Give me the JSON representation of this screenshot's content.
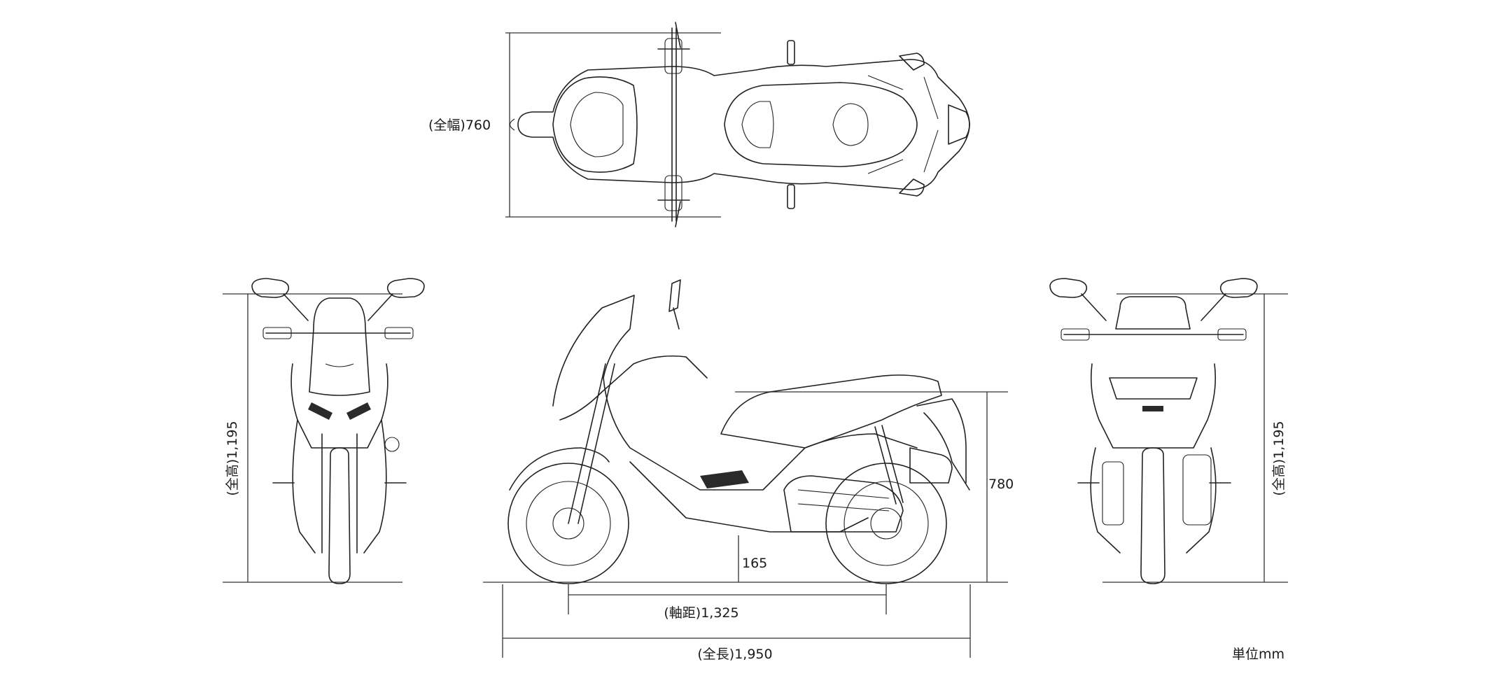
{
  "labels": {
    "width": "(全幅)760",
    "height_front": "(全高)1,195",
    "height_rear": "(全高)1,195",
    "seat_height": "780",
    "ground_clearance": "165",
    "wheelbase": "(軸距)1,325",
    "length": "(全長)1,950",
    "unit": "単位mm"
  }
}
